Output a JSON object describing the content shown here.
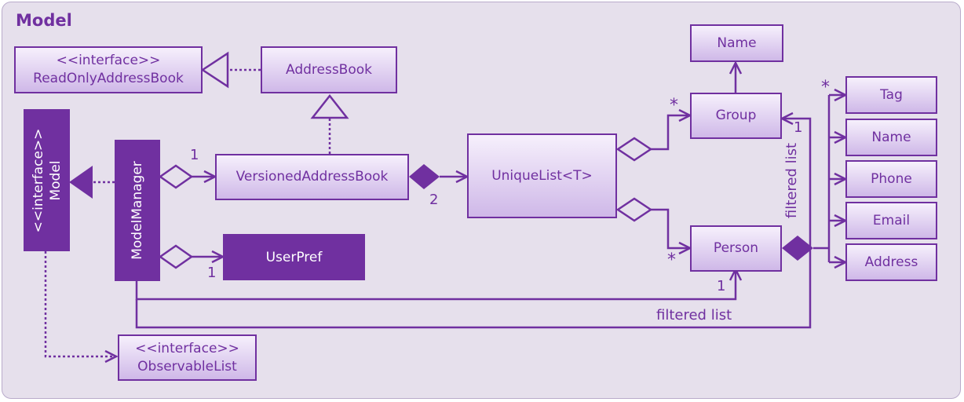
{
  "title": "Model",
  "classes": {
    "model": {
      "stereotype": "<<interface>>",
      "name": "Model"
    },
    "read_only_address_book": {
      "stereotype": "<<interface>>",
      "name": "ReadOnlyAddressBook"
    },
    "address_book": {
      "name": "AddressBook"
    },
    "model_manager": {
      "name": "ModelManager"
    },
    "versioned_address_book": {
      "name": "VersionedAddressBook"
    },
    "user_pref": {
      "name": "UserPref"
    },
    "unique_list": {
      "name": "UniqueList<T>"
    },
    "observable_list": {
      "stereotype": "<<interface>>",
      "name": "ObservableList"
    },
    "group": {
      "name": "Group"
    },
    "group_name": {
      "name": "Name"
    },
    "person": {
      "name": "Person"
    },
    "tag": {
      "name": "Tag"
    },
    "person_name": {
      "name": "Name"
    },
    "phone": {
      "name": "Phone"
    },
    "email": {
      "name": "Email"
    },
    "address": {
      "name": "Address"
    }
  },
  "labels": {
    "mult_mm_vab": "1",
    "mult_mm_userpref": "1",
    "mult_vab_unique": "2",
    "mult_group": "*",
    "mult_person": "*",
    "mult_tag": "*",
    "mult_group_filtered": "1",
    "mult_person_filtered": "1",
    "filtered_list_bottom": "filtered list",
    "filtered_list_vertical": "filtered list"
  },
  "colors": {
    "accent": "#7030a0",
    "background": "#e6e0ec",
    "box_top": "#f6f0fc",
    "box_bottom": "#cfb8e8"
  }
}
